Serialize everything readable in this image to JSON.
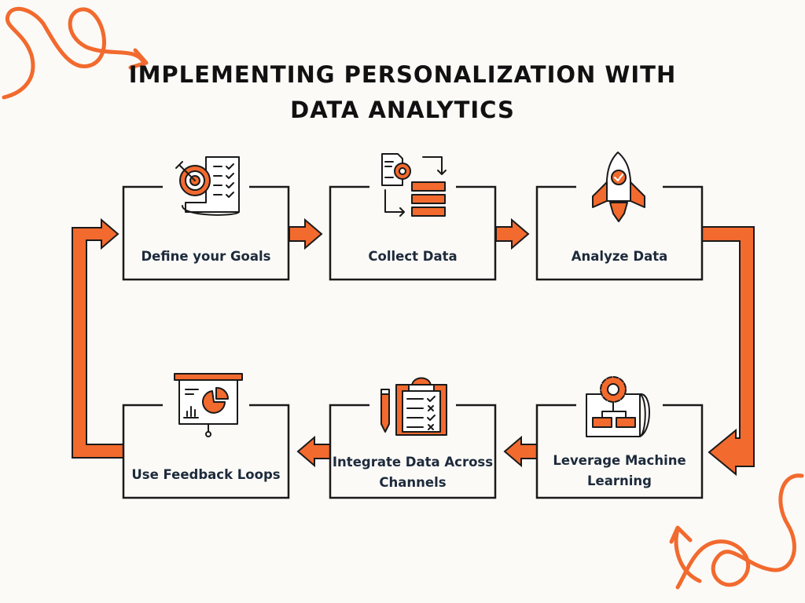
{
  "title": {
    "line1": "IMPLEMENTING PERSONALIZATION WITH",
    "line2": "DATA ANALYTICS"
  },
  "colors": {
    "accent": "#f26a2e",
    "outline": "#1a1a1a",
    "text": "#1d2a3b",
    "background": "#fbfaf7"
  },
  "steps": [
    {
      "label": "Define your Goals",
      "icon": "target-checklist-icon"
    },
    {
      "label": "Collect Data",
      "icon": "data-collection-icon"
    },
    {
      "label": "Analyze Data",
      "icon": "rocket-icon"
    },
    {
      "label": "Leverage Machine Learning",
      "icon": "gear-flowchart-icon"
    },
    {
      "label": "Integrate Data Across Channels",
      "icon": "clipboard-checklist-icon"
    },
    {
      "label": "Use Feedback Loops",
      "icon": "presentation-board-icon"
    }
  ],
  "flow": [
    "Define your Goals",
    "Collect Data",
    "Analyze Data",
    "Leverage Machine Learning",
    "Integrate Data Across Channels",
    "Use Feedback Loops",
    "Define your Goals"
  ]
}
